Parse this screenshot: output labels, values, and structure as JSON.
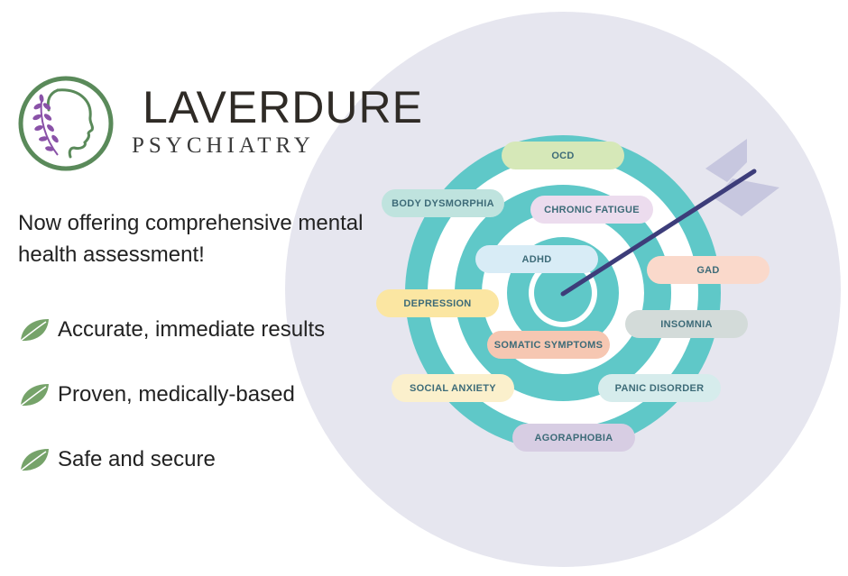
{
  "brand": {
    "name": "LAVERDURE",
    "subtitle": "PSYCHIATRY",
    "colors": {
      "ring": "#5a8a5a",
      "sprig": "#8a52a8",
      "text": "#2f2b26"
    }
  },
  "headline": "Now offering comprehensive mental health assessment!",
  "benefits": [
    {
      "icon": "leaf-icon",
      "text": "Accurate, immediate results"
    },
    {
      "icon": "leaf-icon",
      "text": "Proven, medically-based"
    },
    {
      "icon": "leaf-icon",
      "text": "Safe and secure"
    }
  ],
  "target": {
    "colors": {
      "ring_teal": "#5fc8c8",
      "ring_white": "#ffffff",
      "arrow": "#3d3d7a",
      "fletching": "#c7c7df"
    },
    "labels": {
      "ocd": {
        "text": "OCD",
        "color": "#d6e8b8"
      },
      "body_dysmorphia": {
        "text": "BODY DYSMORPHIA",
        "color": "#bfe3de"
      },
      "chronic_fatigue": {
        "text": "CHRONIC FATIGUE",
        "color": "#ecdcee"
      },
      "adhd": {
        "text": "ADHD",
        "color": "#d8ecf6"
      },
      "gad": {
        "text": "GAD",
        "color": "#fad9cb"
      },
      "depression": {
        "text": "DEPRESSION",
        "color": "#fbe6a2"
      },
      "insomnia": {
        "text": "INSOMNIA",
        "color": "#d3dbd9"
      },
      "somatic_symptoms": {
        "text": "SOMATIC SYMPTOMS",
        "color": "#f6c7b2"
      },
      "social_anxiety": {
        "text": "SOCIAL ANXIETY",
        "color": "#fbf0cc"
      },
      "panic_disorder": {
        "text": "PANIC DISORDER",
        "color": "#d6ecec"
      },
      "agoraphobia": {
        "text": "AGORAPHOBIA",
        "color": "#d7cde3"
      }
    }
  }
}
